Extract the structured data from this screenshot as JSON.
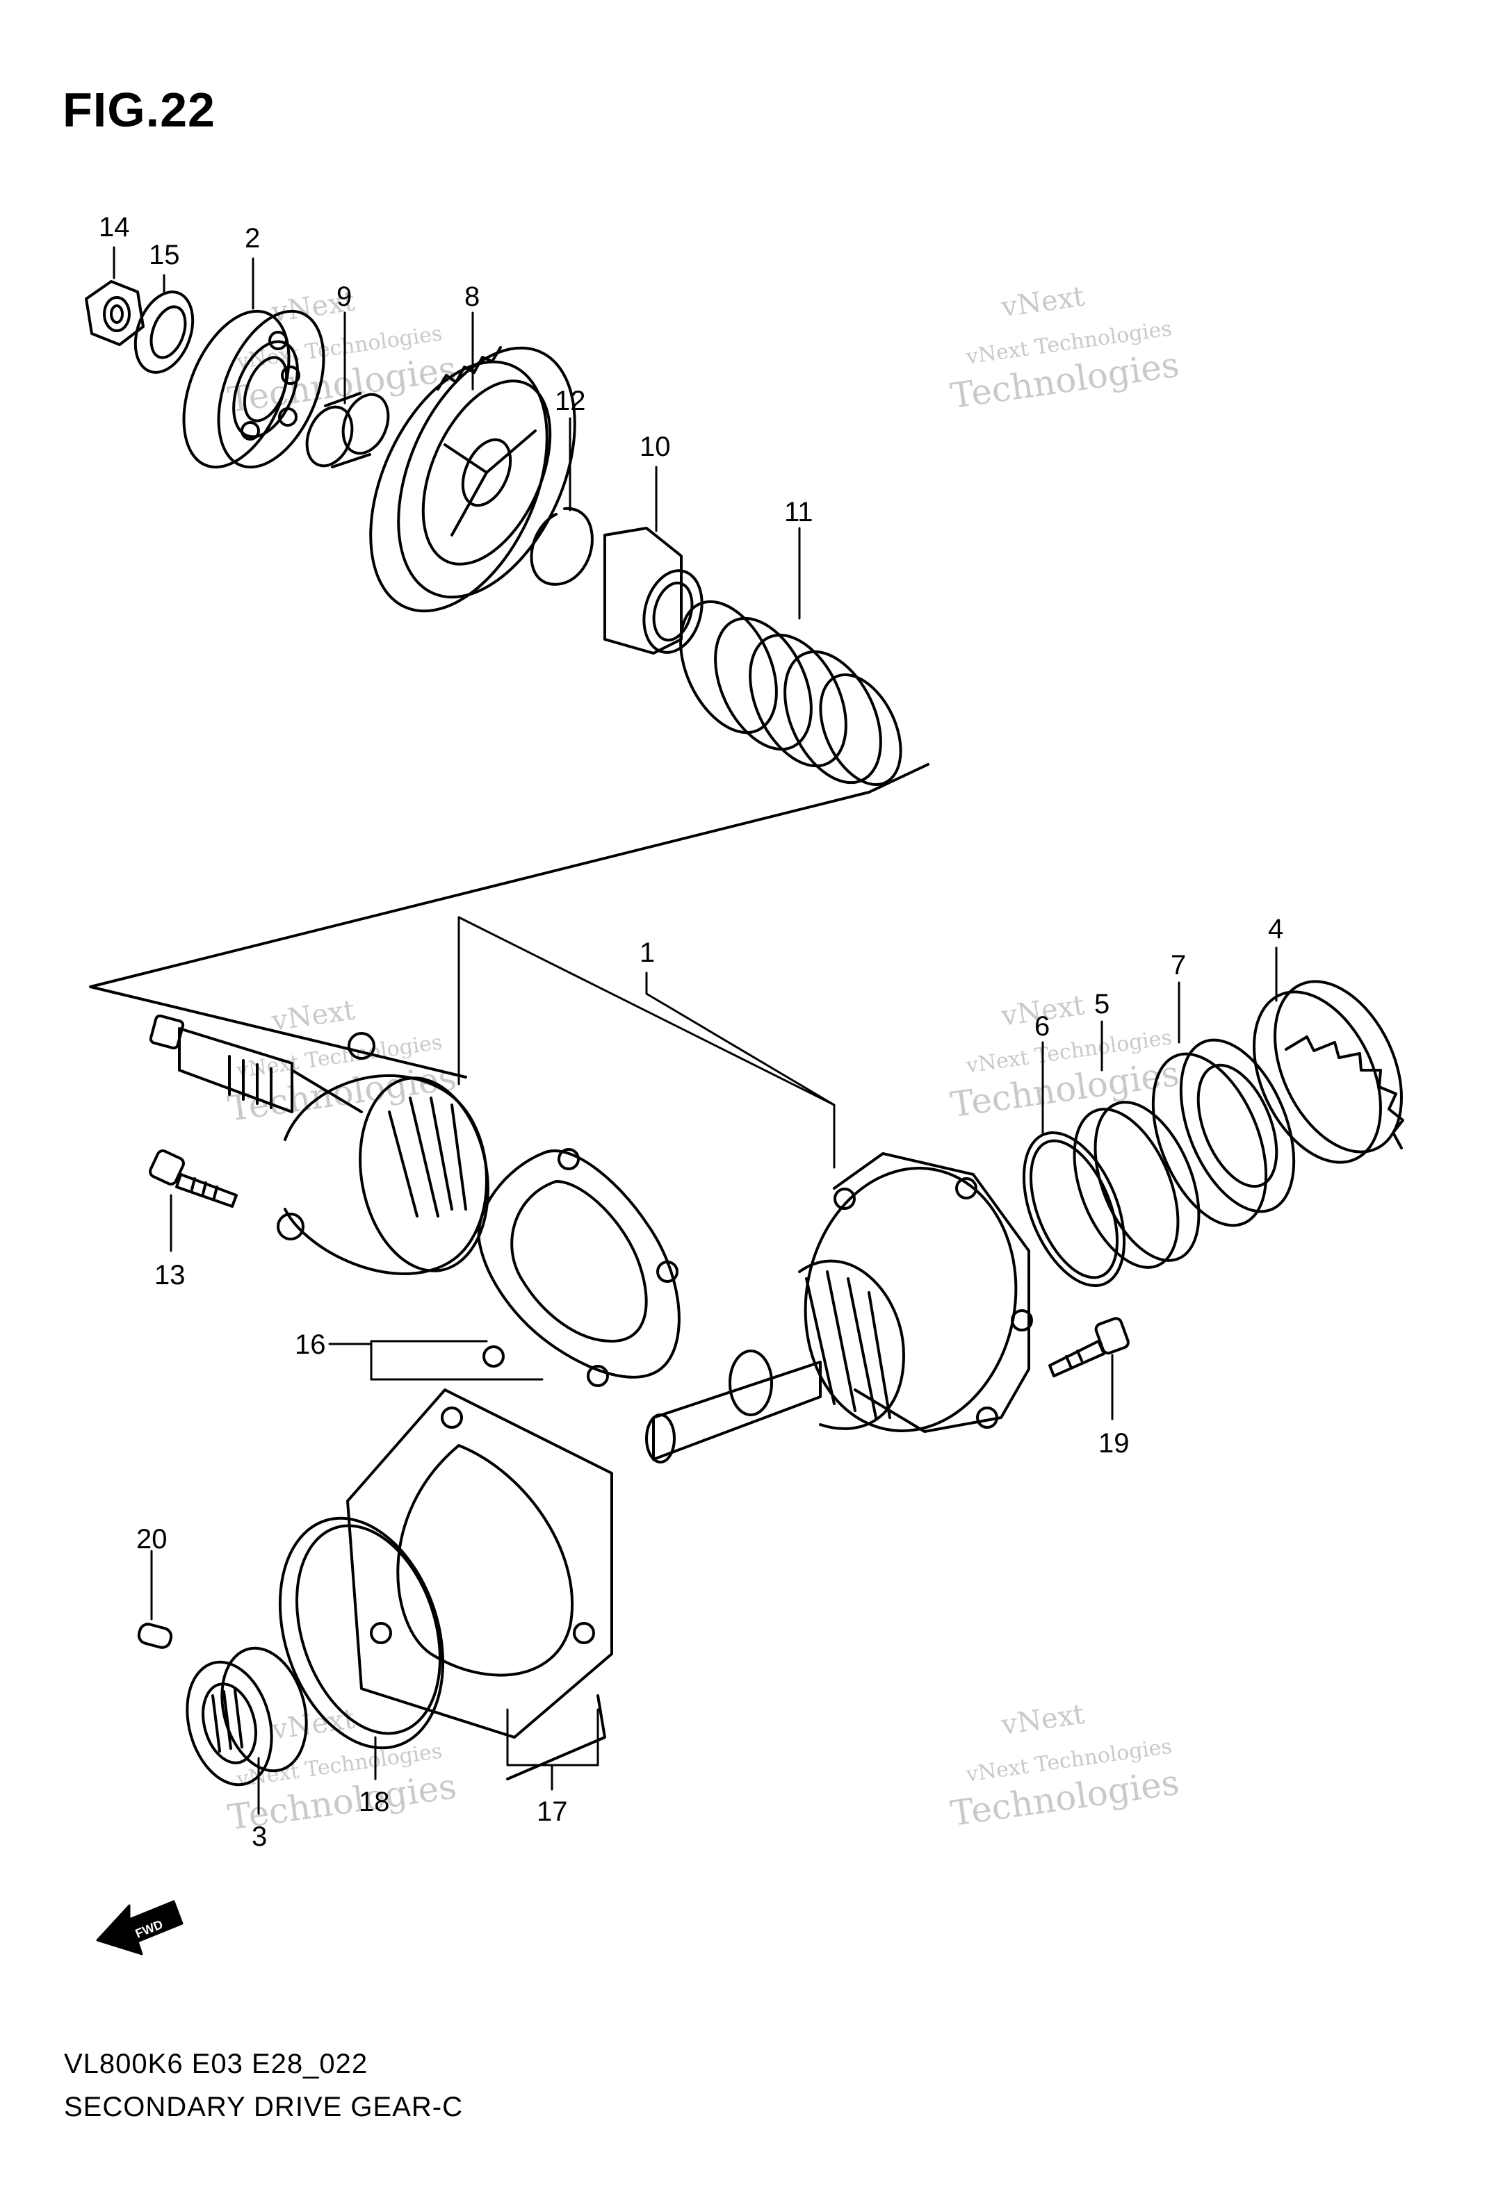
{
  "figure": {
    "title": "FIG.22",
    "model_code": "VL800K6 E03 E28_022",
    "name": "SECONDARY DRIVE GEAR-C"
  },
  "watermark": {
    "line1": "vNext",
    "line2": "vNext Technologies",
    "line3": "Technologies"
  },
  "fwd_label": "FWD",
  "callouts": {
    "c1": "1",
    "c2": "2",
    "c3": "3",
    "c4": "4",
    "c5": "5",
    "c6": "6",
    "c7": "7",
    "c8": "8",
    "c9": "9",
    "c10": "10",
    "c11": "11",
    "c12": "12",
    "c13": "13",
    "c14": "14",
    "c15": "15",
    "c16": "16",
    "c17": "17",
    "c18": "18",
    "c19": "19",
    "c20": "20"
  },
  "colors": {
    "ink": "#000000",
    "watermark": "#c9c9c9",
    "paper": "#ffffff"
  }
}
